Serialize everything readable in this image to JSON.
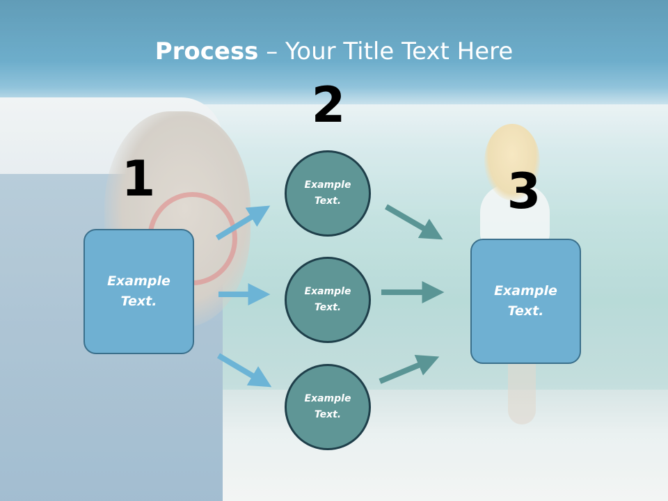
{
  "title": {
    "bold": "Process",
    "rest": " – Your Title Text Here"
  },
  "steps": {
    "one": "1",
    "two": "2",
    "three": "3"
  },
  "left_box": {
    "text": "Example\nText."
  },
  "right_box": {
    "text": "Example\nText."
  },
  "circles": [
    {
      "text": "Example\nText."
    },
    {
      "text": "Example\nText."
    },
    {
      "text": "Example\nText."
    }
  ],
  "colors": {
    "light_arrow": "#6cb4d6",
    "dark_arrow": "#5a9595",
    "box_fill": "#6fb0d2",
    "circle_fill": "#5f9696"
  }
}
